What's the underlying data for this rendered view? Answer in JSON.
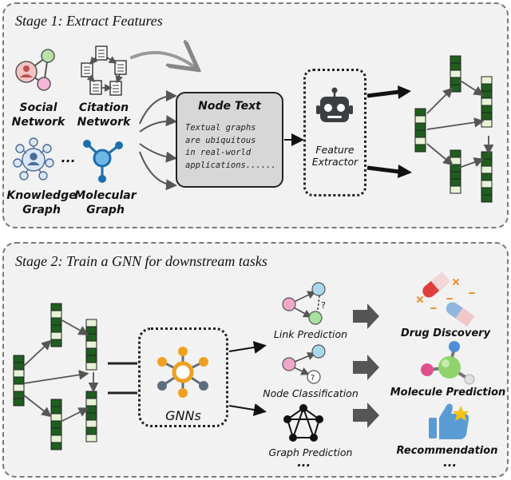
{
  "stage1": {
    "title": "Stage 1: Extract Features",
    "sources": [
      {
        "line1": "Social",
        "line2": "Network"
      },
      {
        "line1": "Citation",
        "line2": "Network"
      },
      {
        "line1": "Knowledge",
        "line2": "Graph"
      },
      {
        "line1": "Molecular",
        "line2": "Graph"
      }
    ],
    "ellipsis": "···",
    "node_text": {
      "title": "Node Text",
      "body": "Textual graphs\nare ubiquitous\nin real-world\napplications......"
    },
    "extractor": {
      "line1": "Feature",
      "line2": "Extractor"
    }
  },
  "stage2": {
    "title": "Stage 2: Train a GNN for downstream tasks",
    "gnn_label": "GNNs",
    "tasks": [
      "Link Prediction",
      "Node Classification",
      "Graph Prediction"
    ],
    "applications": [
      "Drug Discovery",
      "Molecule Prediction",
      "Recommendation"
    ],
    "ellipsis": "···",
    "question_mark": "?"
  },
  "colors": {
    "feature_dark": "#1f5e1f",
    "feature_light": "#e6f3d6",
    "gnn_orange": "#f0a020",
    "gnn_gray": "#5f6e7d",
    "robot": "#3a3f44",
    "pill_red": "#e23d3d",
    "pill_blue": "#8fb7e0",
    "thumb_blue": "#5b9bd5",
    "star_yellow": "#f4c20d",
    "node_blue": "#a8d8f0",
    "node_pink": "#f0a8c8",
    "node_green": "#a8e0a0"
  }
}
